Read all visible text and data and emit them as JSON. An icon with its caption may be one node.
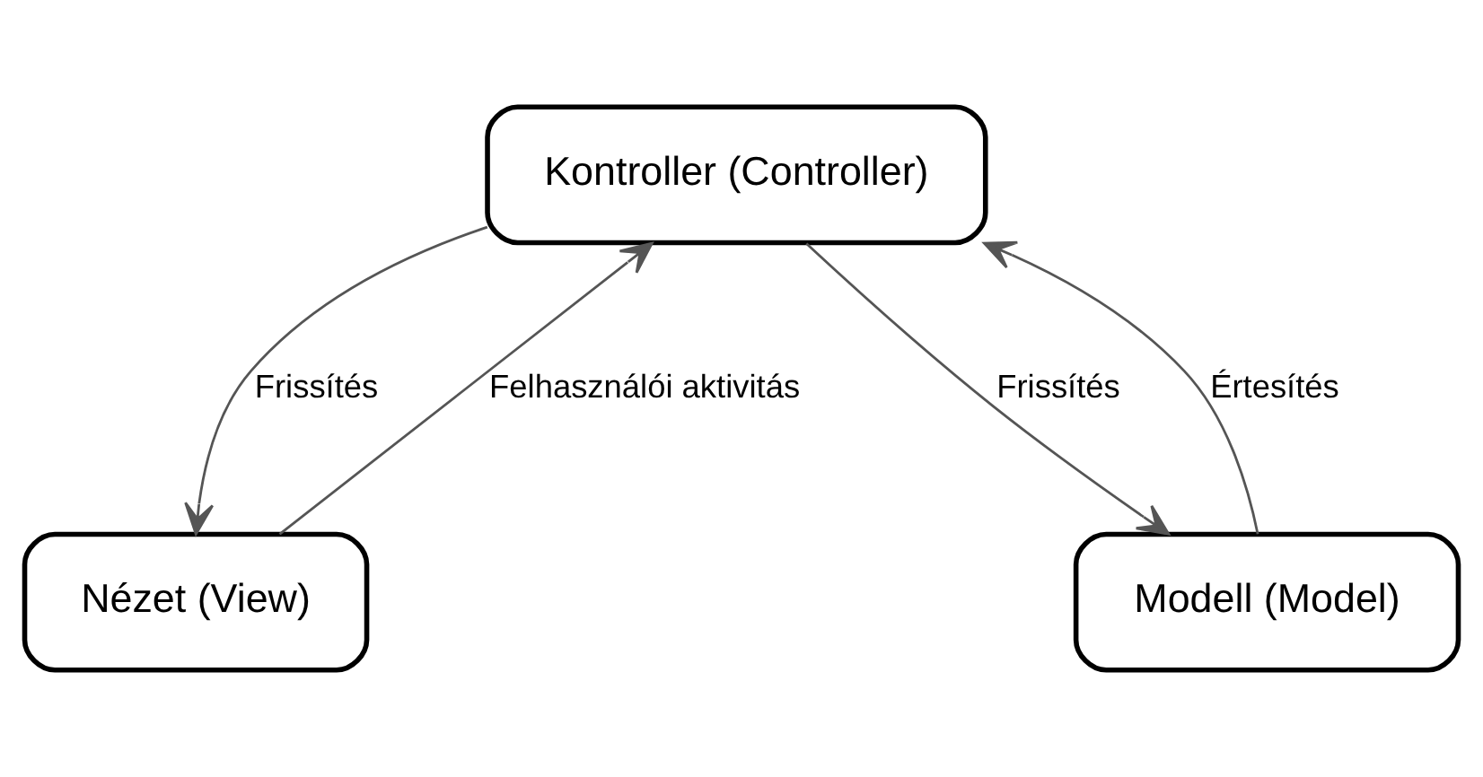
{
  "diagram": {
    "nodes": [
      {
        "text": [
          "Kontroller (Controller)"
        ]
      },
      {
        "text": [
          "Nézet (View)"
        ]
      },
      {
        "text": [
          "Modell (Model)"
        ]
      }
    ],
    "edges": [
      {
        "from": 1,
        "to": 0,
        "arrow": "to",
        "label": "Felhasználói aktivitás"
      },
      {
        "from": 0,
        "to": 2,
        "arrow": "to",
        "label": "Frissítés"
      },
      {
        "from": 0,
        "to": 1,
        "arrow": "to",
        "label": "Frissítés"
      },
      {
        "from": 2,
        "to": 0,
        "arrow": "to",
        "label": "Értesítés"
      }
    ]
  }
}
